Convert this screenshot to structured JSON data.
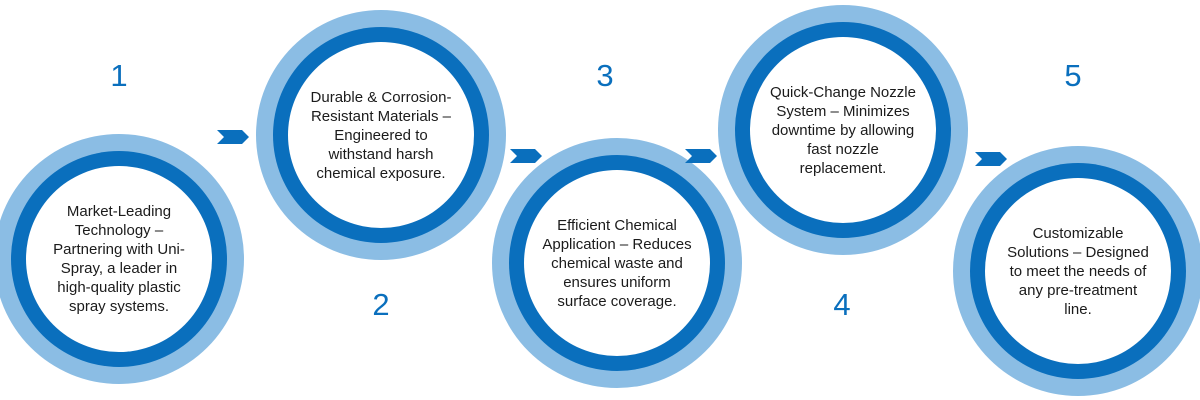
{
  "colors": {
    "outer_ring": "#8bbde4",
    "inner_ring": "#0a6fbd",
    "number": "#0a6fbd",
    "arrow": "#0a6fbd"
  },
  "steps": [
    {
      "number": "1",
      "text": "Market-Leading Technology – Partnering with Uni-Spray, a leader in high-quality plastic spray systems."
    },
    {
      "number": "2",
      "text": "Durable & Corrosion-Resistant Materials – Engineered to withstand harsh chemical exposure."
    },
    {
      "number": "3",
      "text": "Efficient Chemical Application – Reduces chemical waste and ensures uniform surface coverage."
    },
    {
      "number": "4",
      "text": "Quick-Change Nozzle System – Minimizes downtime by allowing fast nozzle replacement."
    },
    {
      "number": "5",
      "text": "Customizable Solutions – Designed to meet the needs of any pre-treatment line."
    }
  ]
}
